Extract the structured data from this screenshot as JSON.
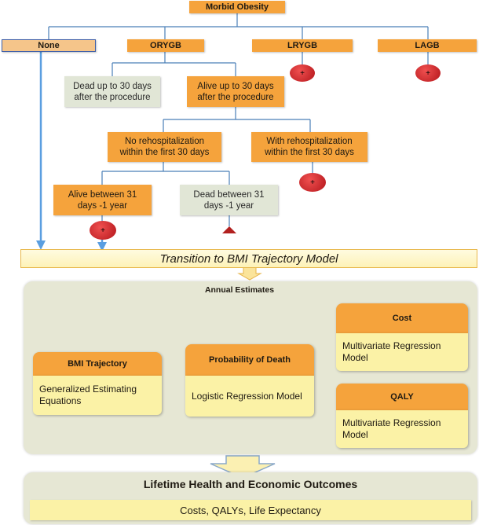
{
  "tree": {
    "root": "Morbid Obesity",
    "none": "None",
    "orygb": "ORYGB",
    "lrygb": "LRYGB",
    "lagb": "LAGB",
    "dead30": "Dead up to 30 days after the procedure",
    "alive30": "Alive up to 30 days after the procedure",
    "no_rehosp": "No rehospitalization within the first 30 days",
    "with_rehosp": "With rehospitalization within the first 30 days",
    "alive_year": "Alive between 31 days -1 year",
    "dead_year": "Dead between 31 days -1 year",
    "markov_symbol": "+"
  },
  "transition": "Transition to BMI Trajectory Model",
  "annual": {
    "title": "Annual Estimates",
    "bmi": {
      "head": "BMI Trajectory",
      "body": "Generalized Estimating Equations"
    },
    "death": {
      "head": "Probability of Death",
      "body": "Logistic Regression Model"
    },
    "cost": {
      "head": "Cost",
      "body": "Multivariate Regression Model"
    },
    "qaly": {
      "head": "QALY",
      "body": "Multivariate Regression Model"
    }
  },
  "outcomes": {
    "title": "Lifetime Health and Economic Outcomes",
    "body": "Costs, QALYs, Life Expectancy"
  },
  "colors": {
    "orange": "#f5a33c",
    "grey_box": "#e1e6d6",
    "panel": "#e6e7d4",
    "yellow": "#fbf2a6",
    "blue_line": "#4a90d9",
    "markov_red": "#d8232a"
  }
}
